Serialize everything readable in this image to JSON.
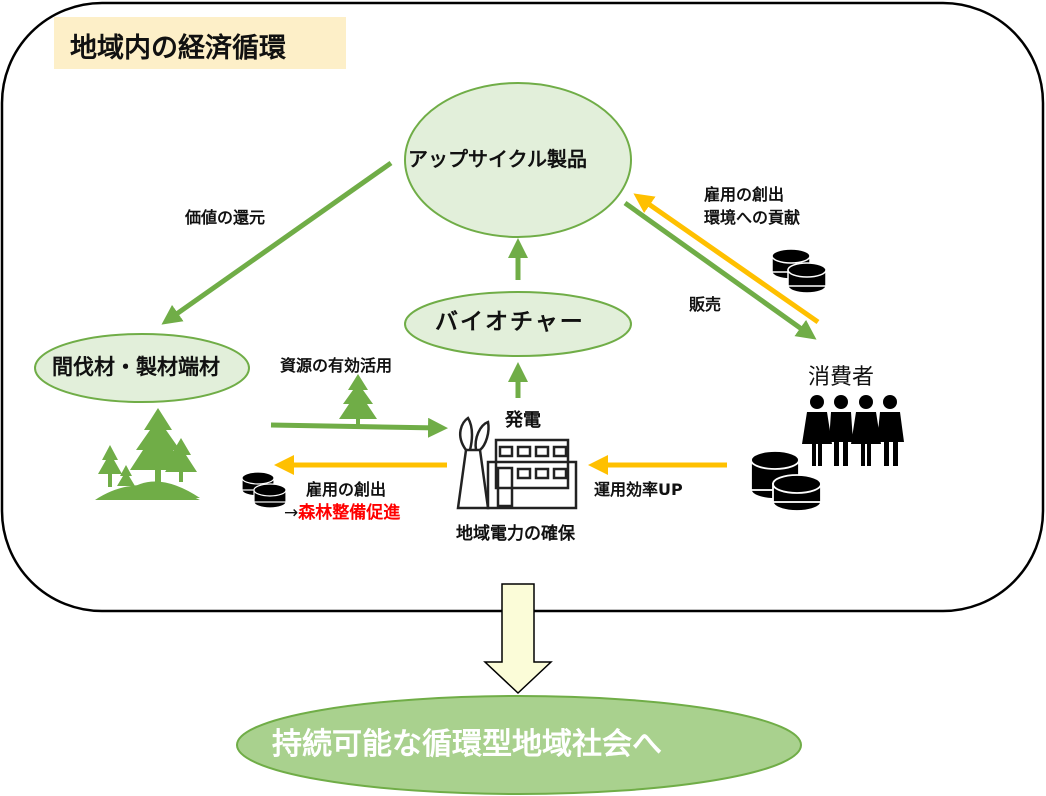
{
  "title": "地域内の経済循環",
  "nodes": {
    "upcycle": "アップサイクル製品",
    "biochar": "バイオチャー",
    "thinned_wood": "間伐材・製材端材",
    "consumers": "消費者",
    "power_plant_top": "発電",
    "power_plant_bottom": "地域電力の確保",
    "goal": "持続可能な循環型地域社会へ"
  },
  "arrow_labels": {
    "value_return": "価値の還元",
    "resource_use": "資源の有効活用",
    "employment_forest_1": "雇用の創出",
    "employment_forest_arrow": "→",
    "employment_forest_2": "森林整備促進",
    "efficiency": "運用効率UP",
    "sales": "販売",
    "employment_env_1": "雇用の創出",
    "employment_env_2": "環境への貢献"
  },
  "icons": {
    "coins": "coins-icon",
    "forest": "forest-icon",
    "tree": "tree-icon",
    "people": "people-icon",
    "power_plant": "power-plant-icon"
  },
  "colors": {
    "green_arrow": "#70ad47",
    "yellow_arrow": "#ffc000",
    "node_fill": "#e2efda",
    "node_stroke": "#70ad47",
    "goal_fill": "#a9d18e",
    "title_bg": "#fdefc8",
    "down_arrow_fill": "#fbfcd8",
    "highlight_red": "#ff0000"
  }
}
